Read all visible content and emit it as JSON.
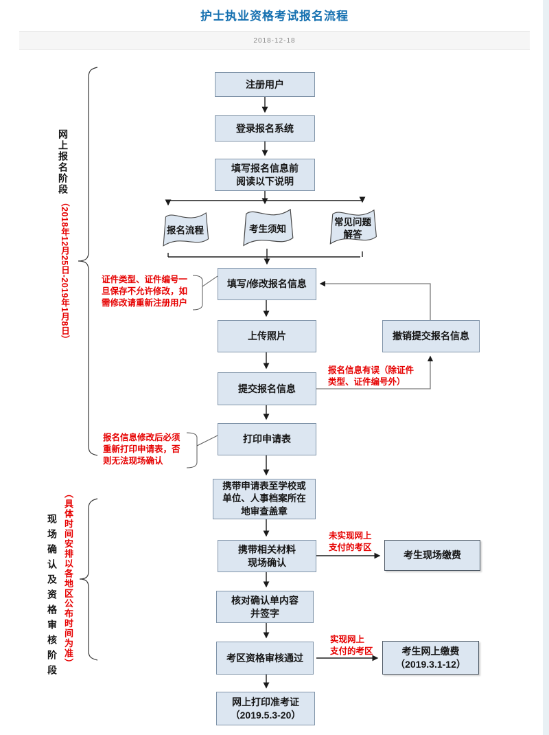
{
  "page": {
    "title": "护士执业资格考试报名流程",
    "date": "2018-12-18"
  },
  "stages": {
    "online": {
      "label": "网上报名阶段",
      "period": "（2018年12月25日-2019年1月8日）"
    },
    "onsite": {
      "label": "现场确认及资格审核阶段",
      "period": "（具体时间安排以各地区公布时间为准）"
    }
  },
  "boxes": {
    "register": "注册用户",
    "login": "登录报名系统",
    "read_notice": "填写报名信息前\n阅读以下说明",
    "fill_modify": "填写/修改报名信息",
    "upload_photo": "上传照片",
    "cancel_submit": "撤销提交报名信息",
    "submit_info": "提交报名信息",
    "print_form": "打印申请表",
    "stamp_form": "携带申请表至学校或\n单位、人事档案所在\n地审查盖章",
    "onsite_confirm": "携带相关材料\n现场确认",
    "onsite_pay": "考生现场缴费",
    "check_sign": "核对确认单内容\n并签字",
    "audit_pass": "考区资格审核通过",
    "online_pay": "考生网上缴费\n（2019.3.1-12）",
    "print_ticket": "网上打印准考证\n（2019.5.3-20）"
  },
  "documents": {
    "flow": "报名流程",
    "notice": "考生须知",
    "faq": "常见问题\n解答"
  },
  "notes": {
    "cert": "证件类型、证件编号一\n旦保存不允许修改，如\n需修改请重新注册用户",
    "wrong_info": "报名信息有误（除证件\n类型、证件编号外）",
    "reprint": "报名信息修改后必须\n重新打印申请表，否\n则无法现场确认",
    "offline_area": "未实现网上\n支付的考区",
    "online_area": "实现网上\n支付的考区"
  },
  "colors": {
    "title_blue": "#1570b0",
    "box_fill": "#dce6f1",
    "box_border": "#7f93a8",
    "annotation_red": "#e60000",
    "connector": "#1a1a1a"
  }
}
